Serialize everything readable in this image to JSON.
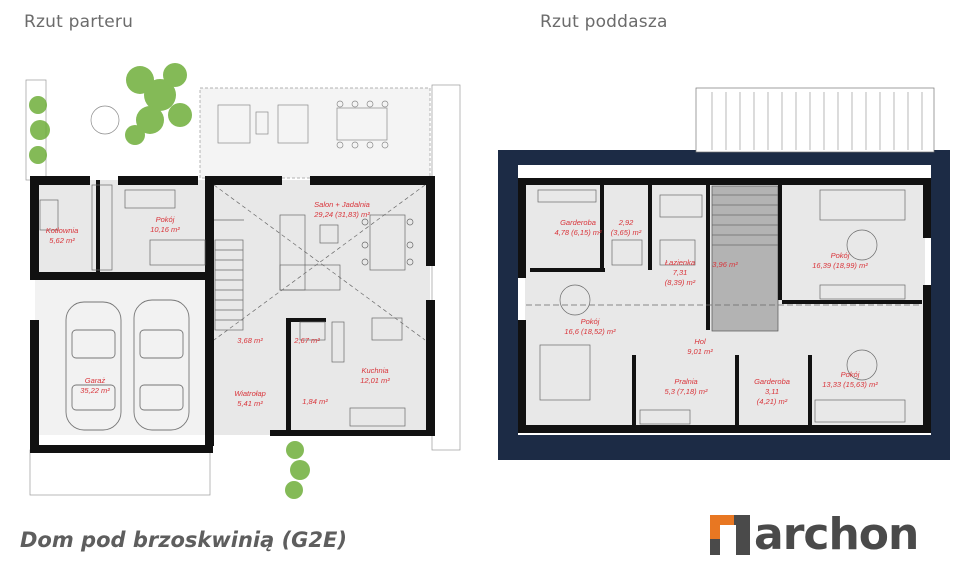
{
  "headings": {
    "ground": "Rzut parteru",
    "attic": "Rzut poddasza"
  },
  "ground_rooms": [
    {
      "name": "Kotłownia",
      "area": "5,62 m²"
    },
    {
      "name": "Pokój",
      "area": "10,16 m²"
    },
    {
      "name": "Salon + Jadalnia",
      "area": "29,24 (31,83) m²"
    },
    {
      "name": "Garaż",
      "area": "35,22 m²"
    },
    {
      "name": "",
      "area": "3,68 m²"
    },
    {
      "name": "",
      "area": "2,67 m²"
    },
    {
      "name": "Kuchnia",
      "area": "12,01 m²"
    },
    {
      "name": "Wiatrołap",
      "area": "5,41 m²"
    },
    {
      "name": "",
      "area": "1,84 m²"
    }
  ],
  "attic_rooms": [
    {
      "name": "Garderoba",
      "area": "4,78 (6,15) m²"
    },
    {
      "name": "2,92",
      "area": "(3,65) m²"
    },
    {
      "name": "Łazienka",
      "area": "7,31",
      "extra": "(8,39) m²"
    },
    {
      "name": "",
      "area": "3,96 m²"
    },
    {
      "name": "Pokój",
      "area": "16,39 (18,99) m²"
    },
    {
      "name": "Pokój",
      "area": "16,6 (18,52) m²"
    },
    {
      "name": "Hol",
      "area": "9,01 m²"
    },
    {
      "name": "Pralnia",
      "area": "5,3 (7,18) m²"
    },
    {
      "name": "Garderoba",
      "area": "3,11",
      "extra": "(4,21) m²"
    },
    {
      "name": "Pokój",
      "area": "13,33 (15,63) m²"
    }
  ],
  "caption": "Dom pod brzoskwinią (G2E)",
  "logo": {
    "text": "archon",
    "mark_color": "#e87722",
    "text_color": "#4a4a4a"
  },
  "colors": {
    "wall": "#111111",
    "floor": "#e8e8e8",
    "label": "#d9343a",
    "roof": "#1c2b45",
    "tree": "#6fae3a"
  }
}
